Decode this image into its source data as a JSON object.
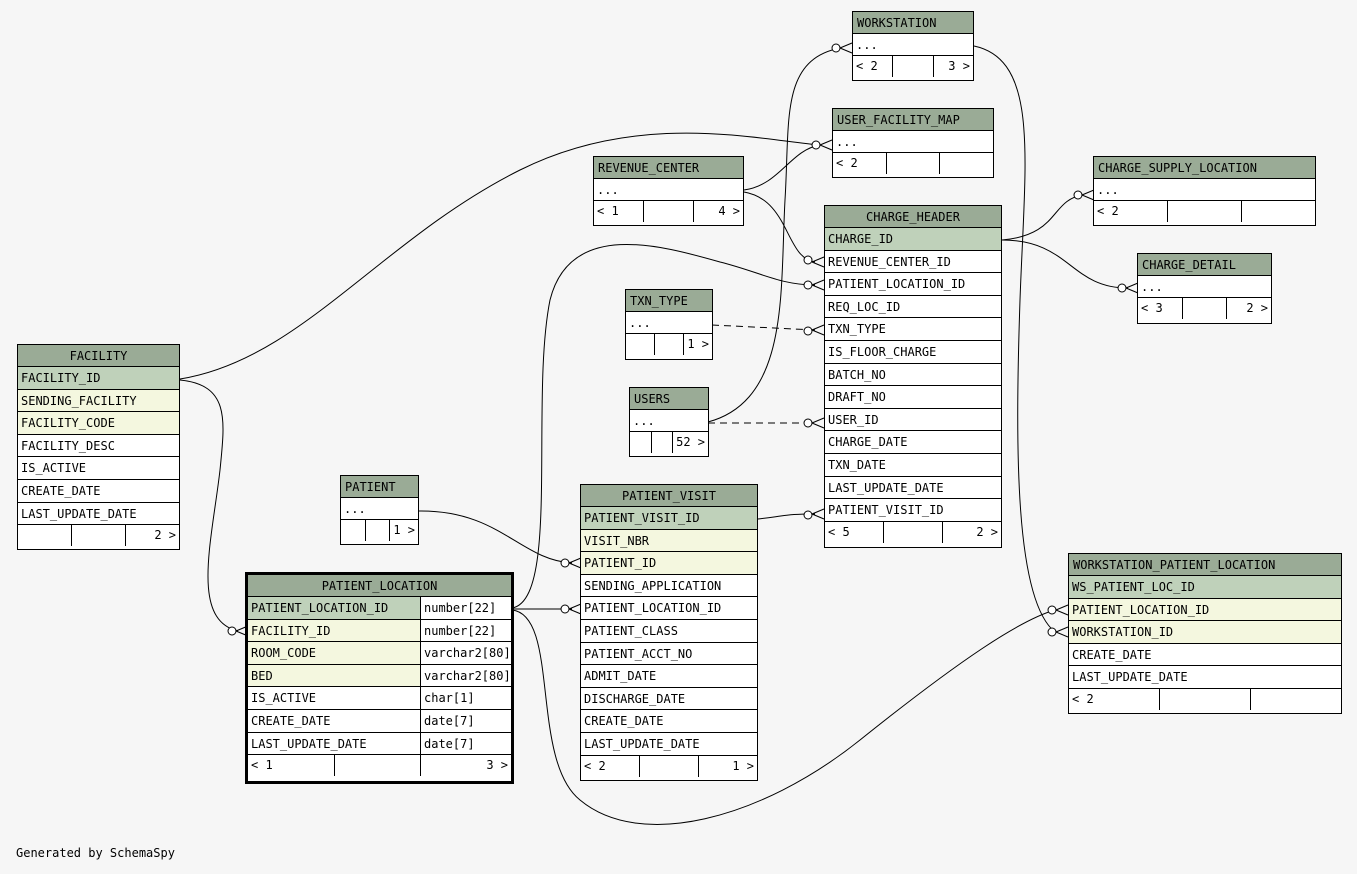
{
  "tables": {
    "workstation": {
      "name": "WORKSTATION",
      "rows": [
        "..."
      ],
      "footer": [
        "< 2",
        "",
        "3 >"
      ]
    },
    "user_facility_map": {
      "name": "USER_FACILITY_MAP",
      "rows": [
        "..."
      ],
      "footer": [
        "< 2",
        "",
        ""
      ]
    },
    "revenue_center": {
      "name": "REVENUE_CENTER",
      "rows": [
        "..."
      ],
      "footer": [
        "< 1",
        "",
        "4 >"
      ]
    },
    "charge_supply_location": {
      "name": "CHARGE_SUPPLY_LOCATION",
      "rows": [
        "..."
      ],
      "footer": [
        "< 2",
        "",
        ""
      ]
    },
    "charge_header": {
      "name": "CHARGE_HEADER",
      "rows": [
        "CHARGE_ID",
        "REVENUE_CENTER_ID",
        "PATIENT_LOCATION_ID",
        "REQ_LOC_ID",
        "TXN_TYPE",
        "IS_FLOOR_CHARGE",
        "BATCH_NO",
        "DRAFT_NO",
        "USER_ID",
        "CHARGE_DATE",
        "TXN_DATE",
        "LAST_UPDATE_DATE",
        "PATIENT_VISIT_ID"
      ],
      "footer": [
        "< 5",
        "",
        "2 >"
      ]
    },
    "charge_detail": {
      "name": "CHARGE_DETAIL",
      "rows": [
        "..."
      ],
      "footer": [
        "< 3",
        "",
        "2 >"
      ]
    },
    "txn_type": {
      "name": "TXN_TYPE",
      "rows": [
        "..."
      ],
      "footer": [
        "",
        "",
        "1 >"
      ]
    },
    "users": {
      "name": "USERS",
      "rows": [
        "..."
      ],
      "footer": [
        "",
        "",
        "52 >"
      ]
    },
    "facility": {
      "name": "FACILITY",
      "rows": [
        "FACILITY_ID",
        "SENDING_FACILITY",
        "FACILITY_CODE",
        "FACILITY_DESC",
        "IS_ACTIVE",
        "CREATE_DATE",
        "LAST_UPDATE_DATE"
      ],
      "footer": [
        "",
        "",
        "2 >"
      ]
    },
    "patient": {
      "name": "PATIENT",
      "rows": [
        "..."
      ],
      "footer": [
        "",
        "",
        "1 >"
      ]
    },
    "patient_visit": {
      "name": "PATIENT_VISIT",
      "rows": [
        "PATIENT_VISIT_ID",
        "VISIT_NBR",
        "PATIENT_ID",
        "SENDING_APPLICATION",
        "PATIENT_LOCATION_ID",
        "PATIENT_CLASS",
        "PATIENT_ACCT_NO",
        "ADMIT_DATE",
        "DISCHARGE_DATE",
        "CREATE_DATE",
        "LAST_UPDATE_DATE"
      ],
      "footer": [
        "< 2",
        "",
        "1 >"
      ]
    },
    "patient_location": {
      "name": "PATIENT_LOCATION",
      "rows": [
        {
          "col": "PATIENT_LOCATION_ID",
          "type": "number[22]"
        },
        {
          "col": "FACILITY_ID",
          "type": "number[22]"
        },
        {
          "col": "ROOM_CODE",
          "type": "varchar2[80]"
        },
        {
          "col": "BED",
          "type": "varchar2[80]"
        },
        {
          "col": "IS_ACTIVE",
          "type": "char[1]"
        },
        {
          "col": "CREATE_DATE",
          "type": "date[7]"
        },
        {
          "col": "LAST_UPDATE_DATE",
          "type": "date[7]"
        }
      ],
      "footer": [
        "< 1",
        "",
        "3 >"
      ]
    },
    "workstation_patient_location": {
      "name": "WORKSTATION_PATIENT_LOCATION",
      "rows": [
        "WS_PATIENT_LOC_ID",
        "PATIENT_LOCATION_ID",
        "WORKSTATION_ID",
        "CREATE_DATE",
        "LAST_UPDATE_DATE"
      ],
      "footer": [
        "< 2",
        "",
        ""
      ]
    }
  },
  "footer_text": "Generated by SchemaSpy",
  "colors": {
    "header": "#9aab96",
    "primary_key": "#bfd1ba",
    "foreign_key": "#f4f7df",
    "background": "#f6f6f6"
  }
}
